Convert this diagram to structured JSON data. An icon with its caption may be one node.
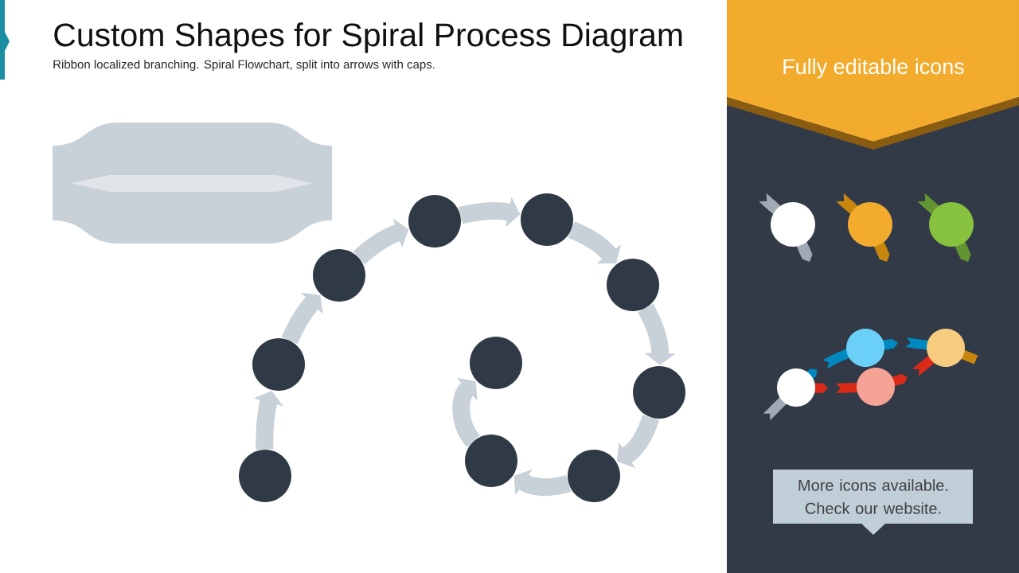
{
  "diagram": {
    "title": "Custom Shapes for Spiral Process Diagram",
    "nodes": [
      {
        "text": [],
        "shape": "circle"
      },
      {
        "text": [],
        "shape": "circle"
      },
      {
        "text": [],
        "shape": "circle"
      },
      {
        "text": [],
        "shape": "circle"
      },
      {
        "text": [],
        "shape": "circle"
      },
      {
        "text": [],
        "shape": "circle"
      },
      {
        "text": [],
        "shape": "circle"
      },
      {
        "text": [],
        "shape": "circle"
      },
      {
        "text": [],
        "shape": "circle"
      },
      {
        "text": [],
        "shape": "circle"
      },
      {
        "text": [
          "Fully editable icons"
        ]
      },
      {
        "text": [
          "More icons available. Check our website."
        ]
      }
    ],
    "edges": [
      {
        "from": 0,
        "to": 1,
        "arrow": "to"
      },
      {
        "from": 1,
        "to": 2,
        "arrow": "to"
      },
      {
        "from": 2,
        "to": 3,
        "arrow": "to"
      },
      {
        "from": 3,
        "to": 4,
        "arrow": "to"
      },
      {
        "from": 4,
        "to": 5,
        "arrow": "to"
      },
      {
        "from": 5,
        "to": 6,
        "arrow": "to"
      },
      {
        "from": 6,
        "to": 7,
        "arrow": "to"
      },
      {
        "from": 7,
        "to": 8,
        "arrow": "to"
      },
      {
        "from": 8,
        "to": 9,
        "arrow": "to"
      }
    ],
    "labels": [
      "Ribbon localized branching. Spiral Flowchart, split into arrows with caps."
    ]
  }
}
